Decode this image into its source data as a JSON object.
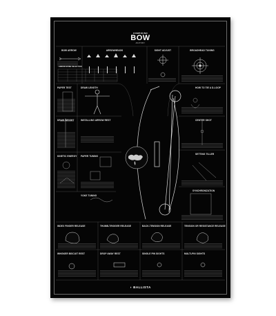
{
  "poster": {
    "title_top": "COMPOUND",
    "title_main": "BOW",
    "title_badge": "ANATOMY",
    "brand": "BALLISTA"
  },
  "sections": {
    "bow_arrow": "BOW ARROW",
    "arrowheads": "ARROWHEADS",
    "sight_adjust": "SIGHT ADJUST",
    "broadhead_tuning": "BROADHEAD TUNING",
    "arrow_spine_selection": "ARROW SPINE SELECTION",
    "paper_test": "PAPER TEST",
    "draw_length": "DRAW LENGTH",
    "how_to_tie_d_loop": "HOW TO TIE A D-LOOP",
    "draw_weight": "DRAW WEIGHT",
    "installing_arrow_rest": "INSTALLING ARROW REST",
    "center_shot": "CENTER SHOT",
    "kinetic_energy": "KINETIC ENERGY",
    "paper_tuning": "PAPER TUNING",
    "setting_tiller": "SETTING TILLER",
    "yoke_tuning": "YOKE TUNING",
    "synchronization": "SYNCHRONIZATION",
    "index_finger_release": "INDEX FINGER RELEASE",
    "thumb_trigger_release": "THUMB-TRIGGER RELEASE",
    "back_tension_release": "BACK-TENSION RELEASE",
    "tension_or_resistance_release": "TENSION OR RESISTANCE RELEASE",
    "whisker_biscuit_rest": "WHISKER BISCUIT REST",
    "drop_away_rest": "DROP AWAY REST",
    "single_pin_sights": "SINGLE PIN SIGHTS",
    "multi_pin_sights": "MULTI-PIN SIGHTS"
  },
  "colors": {
    "poster_bg": "#050505",
    "ink": "#e8e8e8",
    "rule": "#5a5a5a"
  },
  "icons": [
    "bow-arrow-icon",
    "arrowhead-icons",
    "sight-icon",
    "target-icon",
    "person-draw-icon",
    "compound-bow-icon",
    "world-map-icon",
    "release-aid-icon",
    "ballista-logo-icon"
  ]
}
